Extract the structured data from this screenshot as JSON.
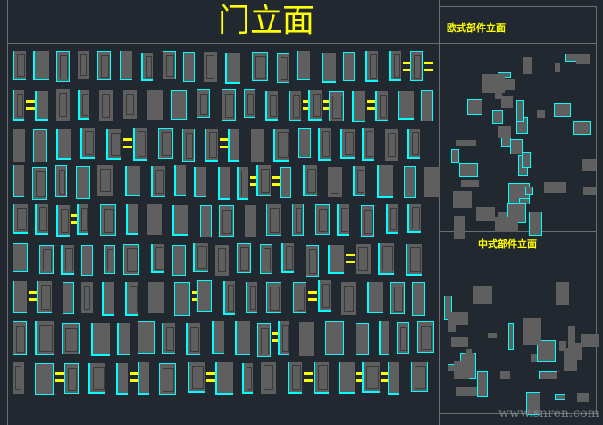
{
  "title": "门立面",
  "panels": {
    "european": "欧式部件立面",
    "chinese": "中式部件立面"
  },
  "watermark": "www.snren.com",
  "colors": {
    "background": "#212830",
    "frame": "#6e6e6e",
    "accent": "#00ffff",
    "label": "#ffff00",
    "fill": "#5f5f5f"
  }
}
